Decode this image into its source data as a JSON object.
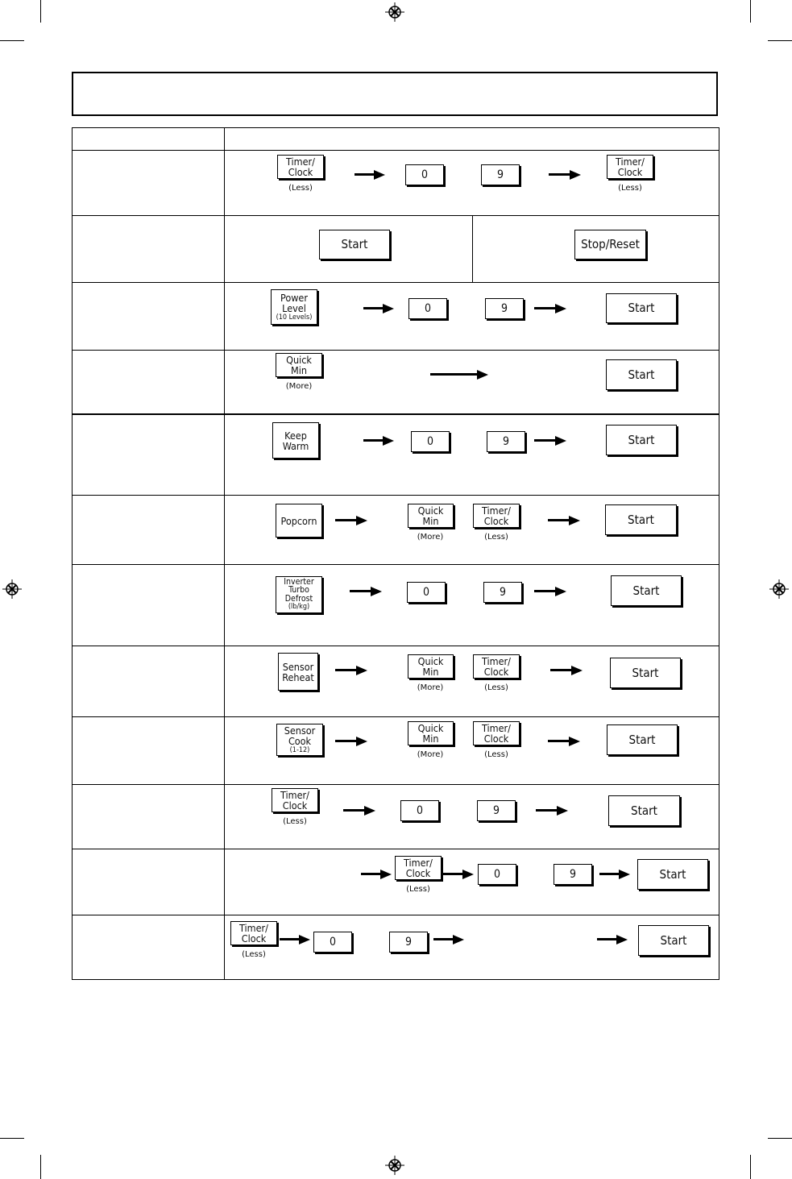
{
  "keys": {
    "timer_clock": [
      "Timer/",
      "Clock"
    ],
    "less": "(Less)",
    "more": "(More)",
    "zero": "0",
    "nine": "9",
    "start": "Start",
    "stop_reset": "Stop/Reset",
    "power_level": [
      "Power",
      "Level",
      "(10 Levels)"
    ],
    "quick_min": [
      "Quick",
      "Min"
    ],
    "keep_warm": [
      "Keep",
      "Warm"
    ],
    "popcorn": "Popcorn",
    "inverter_turbo_defrost": [
      "Inverter",
      "Turbo",
      "Defrost",
      "(lb/kg)"
    ],
    "sensor_reheat": [
      "Sensor",
      "Reheat"
    ],
    "sensor_cook": [
      "Sensor",
      "Cook",
      "(1-12)"
    ]
  }
}
